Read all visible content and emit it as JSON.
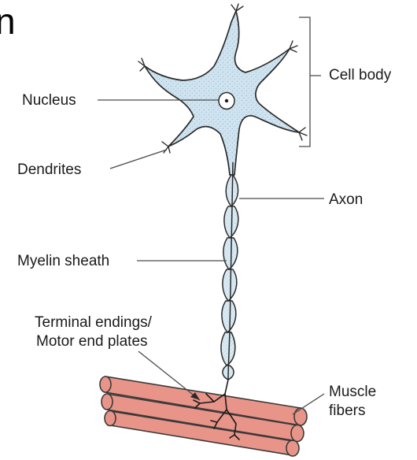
{
  "corner_text": "n",
  "labels": {
    "cell_body": "Cell body",
    "nucleus": "Nucleus",
    "dendrites": "Dendrites",
    "axon": "Axon",
    "myelin_sheath": "Myelin sheath",
    "terminal_line1": "Terminal endings/",
    "terminal_line2": "Motor end plates",
    "muscle_line1": "Muscle",
    "muscle_line2": "fibers"
  },
  "colors": {
    "cell_fill": "#cfe4f0",
    "cell_outline": "#2a2a2a",
    "muscle_fill": "#e89488",
    "muscle_outline": "#3a3a3a",
    "leader": "#4a4a4a",
    "text": "#1a1a1a"
  }
}
